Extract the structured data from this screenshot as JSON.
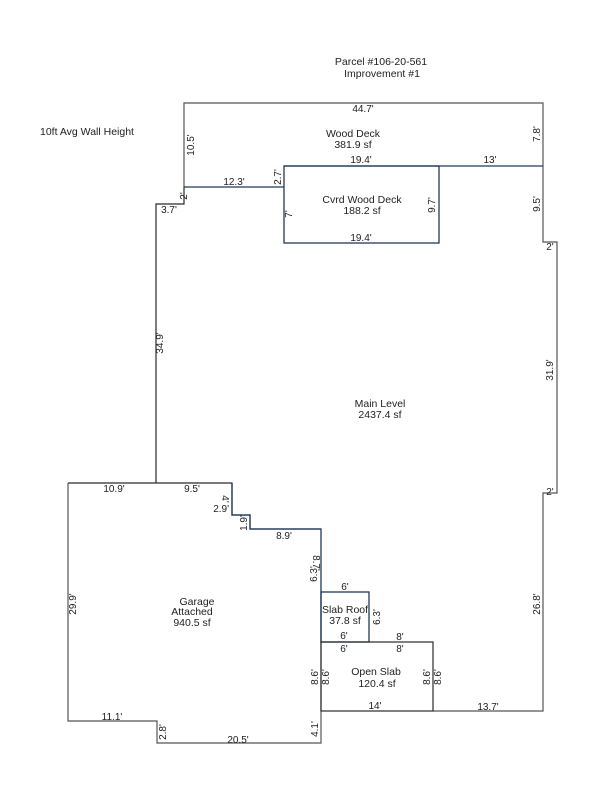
{
  "header": {
    "parcel": "Parcel #106-20-561",
    "improvement": "Improvement #1"
  },
  "note": "10ft Avg Wall Height",
  "colors": {
    "outline": "#2a2a2a",
    "deck_outline": "#1f3a5a",
    "text": "#222222"
  },
  "areas": {
    "wood_deck": {
      "name": "Wood Deck",
      "area": "381.9 sf"
    },
    "cvrd_wood_deck": {
      "name": "Cvrd Wood Deck",
      "area": "188.2 sf"
    },
    "main_level": {
      "name": "Main Level",
      "area": "2437.4 sf"
    },
    "garage": {
      "name1": "Garage",
      "name2": "Attached",
      "area": "940.5 sf"
    },
    "slab_roof": {
      "name": "Slab Roof",
      "area": "37.8 sf"
    },
    "open_slab": {
      "name": "Open Slab",
      "area": "120.4 sf"
    }
  },
  "dims": {
    "deck_top": "44.7'",
    "deck_left": "10.5'",
    "deck_right": "7.8'",
    "deck_inner_h": "12.3'",
    "deck_step_27": "2.7'",
    "deck_step_2": "2'",
    "cvrd_top": "19.4'",
    "cvrd_bottom": "19.4'",
    "cvrd_left": "7'",
    "cvrd_right": "9.7'",
    "deck_13": "13'",
    "main_right_95": "9.5'",
    "main_right_2a": "2'",
    "main_right_319": "31.9'",
    "main_right_2b": "2'",
    "main_right_268": "26.8'",
    "main_left_37": "3.7'",
    "main_left_349": "34.9'",
    "garage_top_109": "10.9'",
    "garage_top_95": "9.5'",
    "garage_4": "4'",
    "garage_29": "2.9'",
    "garage_19": "1.9'",
    "garage_89": "8.9'",
    "garage_87": "8.7'",
    "garage_left": "29.9'",
    "garage_111": "11.1'",
    "garage_28": "2.8'",
    "garage_205": "20.5'",
    "garage_41": "4.1'",
    "slab_roof_top": "6'",
    "slab_roof_left": "6.3'",
    "slab_roof_right": "6.3'",
    "slab_roof_bottom": "6'",
    "open_slab_top_6": "6'",
    "open_slab_top_8a": "8'",
    "open_slab_top_8b": "8'",
    "open_slab_left_a": "8.6'",
    "open_slab_left_b": "8.6'",
    "open_slab_right_a": "8.6'",
    "open_slab_right_b": "8.6'",
    "open_slab_bottom": "14'",
    "bottom_137": "13.7'"
  }
}
